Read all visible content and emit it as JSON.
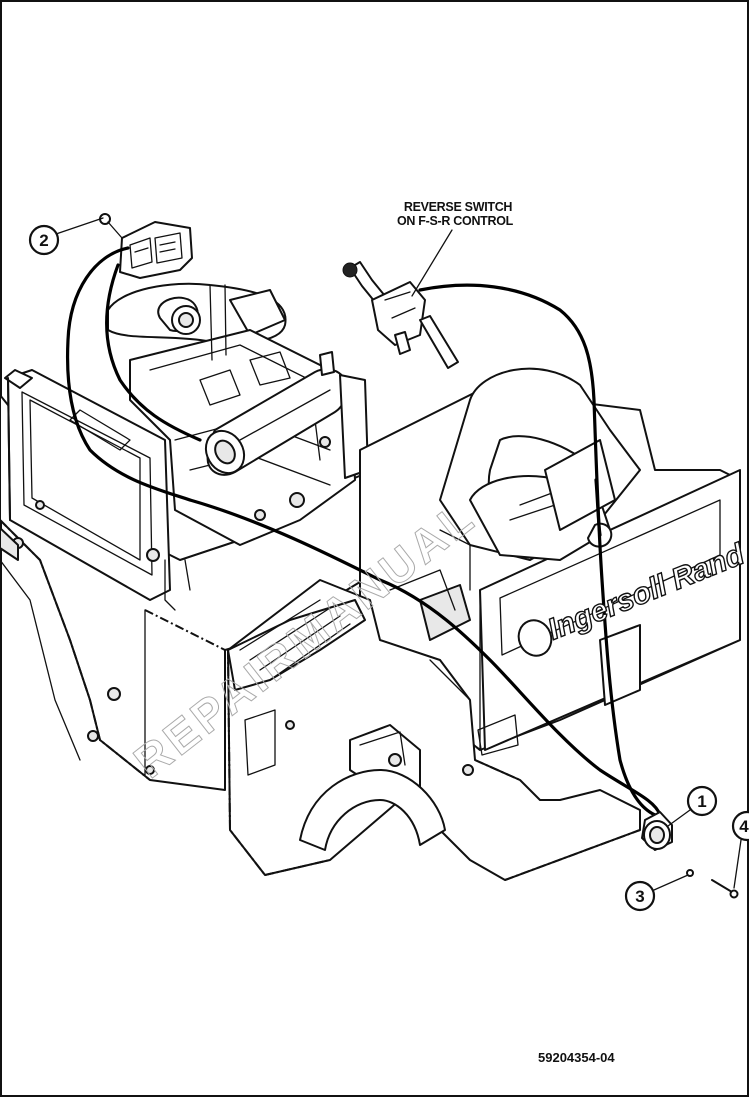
{
  "diagram": {
    "callout_label": {
      "line1": "REVERSE SWITCH",
      "line2": "ON F-S-R CONTROL"
    },
    "callouts": [
      {
        "number": "1",
        "part": "reverse-alarm"
      },
      {
        "number": "2",
        "part": "relay-bracket"
      },
      {
        "number": "3",
        "part": "lock-washer"
      },
      {
        "number": "4",
        "part": "screw"
      }
    ],
    "brand_decal": "Ingersoll Rand",
    "figure_number": "59204354-04",
    "watermark": "REPAIRMANUAL"
  }
}
